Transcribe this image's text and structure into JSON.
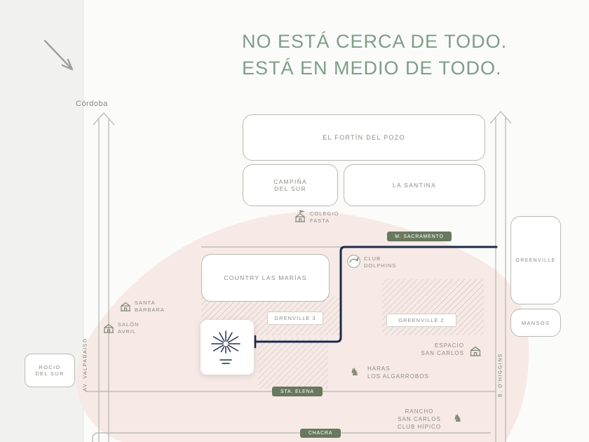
{
  "title": {
    "line1": "NO ESTÁ CERCA DE TODO.",
    "line2": "ESTÁ EN MEDIO DE TODO."
  },
  "roads": {
    "cordoba": "Córdoba",
    "av_valparaiso": "AV. VALPARAISO",
    "b_ohiggins": "B. O'HIGGINS",
    "m_sacramento": "M. SACRAMENTO",
    "sta_elena": "STA. ELENA",
    "chacra": "CHACRA"
  },
  "places": {
    "el_fortin": "EL FORTÍN DEL POZO",
    "campina_del_sur": "CAMPIÑA\nDEL SUR",
    "la_santina": "LA SANTINA",
    "colegio_fasta": "COLEGIO\nFASTA",
    "country_las_marias": "COUNTRY LAS MARÍAS",
    "club_dolphins": "CLUB\nDOLPHINS",
    "greenville": "GREENVILLE",
    "mansos": "MANSOS",
    "grenville_3": "GRENVILLE 3",
    "greenville_2": "GREENVILLE 2",
    "espacio_san_carlos": "ESPACIO\nSAN CARLOS",
    "haras_los_algarrobos": "HARAS\nLOS ALGARROBOS",
    "santa_barbara": "SANTA\nBÁRBARA",
    "salon_avril": "SALÓN\nAVRIL",
    "rocio_del_sur": "ROCIO\nDEL SUR",
    "rancho_san_carlos": "RANCHO\nSAN CARLOS\nCLUB HÍPICO"
  },
  "colors": {
    "title_green": "#7f9d88",
    "badge_green": "#68795e",
    "route_navy": "#1d2b49",
    "blob_pink": "#f7e9e6",
    "line_gray": "#b4b4ae",
    "label_gray": "#8b8d84"
  }
}
